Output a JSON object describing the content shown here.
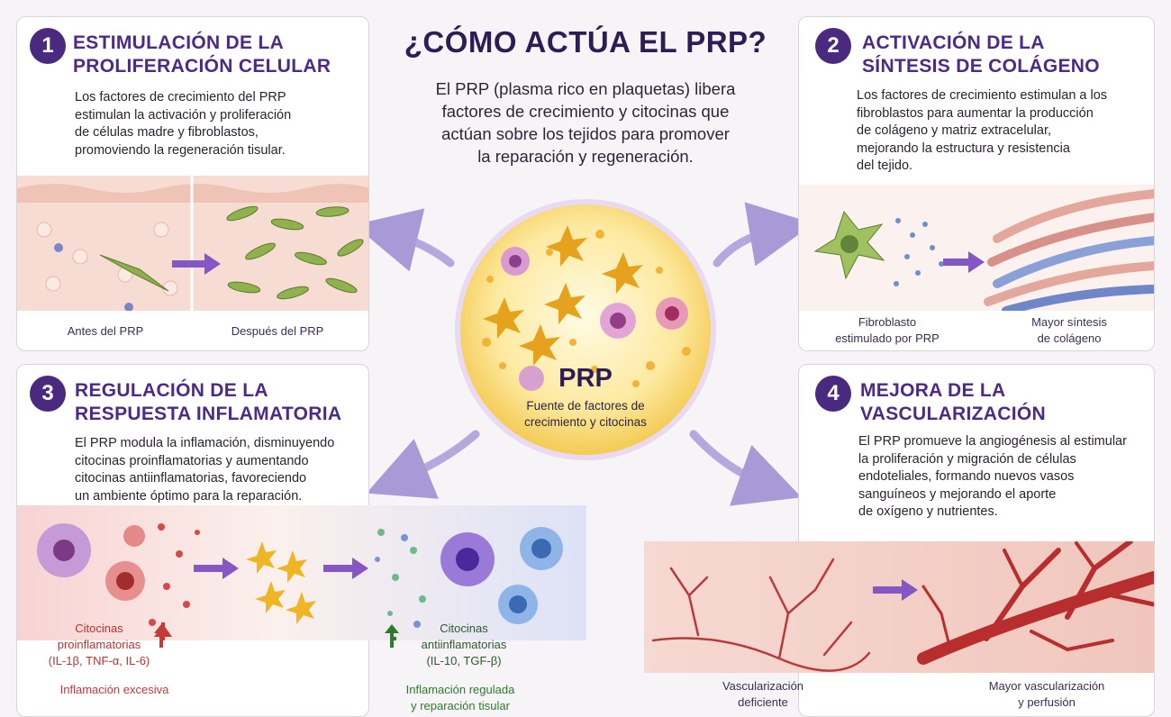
{
  "header": {
    "title": "¿CÓMO ACTÚA EL PRP?",
    "description": [
      "El PRP (plasma rico en plaquetas) libera",
      "factores de crecimiento y citocinas que",
      "actúan sobre los tejidos para promover",
      "la reparación y regeneración."
    ]
  },
  "center": {
    "title": "PRP",
    "subtitle": [
      "Fuente de factores de",
      "crecimiento y citocinas"
    ]
  },
  "panels": [
    {
      "number": "1",
      "title": [
        "ESTIMULACIÓN DE LA",
        "PROLIFERACIÓN CELULAR"
      ],
      "text": [
        "Los factores de crecimiento del PRP",
        "estimulan la activación y proliferación",
        "de células madre y fibroblastos,",
        "promoviendo la regeneración tisular."
      ],
      "captions": [
        "Antes del PRP",
        "Después del PRP"
      ]
    },
    {
      "number": "2",
      "title": [
        "ACTIVACIÓN DE LA",
        "SÍNTESIS DE COLÁGENO"
      ],
      "text": [
        "Los factores de crecimiento estimulan a los",
        "fibroblastos para aumentar la producción",
        "de colágeno y matriz extracelular,",
        "mejorando la estructura y resistencia",
        "del tejido."
      ],
      "captions": [
        [
          "Fibroblasto",
          "estimulado por PRP"
        ],
        [
          "Mayor síntesis",
          "de colágeno"
        ]
      ]
    },
    {
      "number": "3",
      "title": [
        "REGULACIÓN DE LA",
        "RESPUESTA INFLAMATORIA"
      ],
      "text": [
        "El PRP modula la inflamación, disminuyendo",
        "citocinas proinflamatorias y aumentando",
        "citocinas antiinflamatorias, favoreciendo",
        "un ambiente óptimo para la reparación."
      ],
      "captions": {
        "pro": [
          "Citocinas",
          "proinflamatorias",
          "(IL-1β, TNF-α, IL-6)"
        ],
        "anti": [
          "Citocinas",
          "antiinflamatorias",
          "(IL-10, TGF-β)"
        ],
        "left_result": "Inflamación excesiva",
        "right_result": [
          "Inflamación regulada",
          "y reparación tisular"
        ]
      }
    },
    {
      "number": "4",
      "title": [
        "MEJORA DE LA",
        "VASCULARIZACIÓN"
      ],
      "text": [
        "El PRP promueve la angiogénesis al estimular",
        "la proliferación y migración de células",
        "endoteliales, formando nuevos vasos",
        "sanguíneos y mejorando el aporte",
        "de oxígeno y nutrientes."
      ],
      "captions": [
        [
          "Vascularización",
          "deficiente"
        ],
        [
          "Mayor vascularización",
          "y perfusión"
        ]
      ]
    }
  ],
  "colors": {
    "accent": "#4a2a7e",
    "title": "#4b2b86",
    "arrow": "#8b6fc4",
    "inflammation": "#c43a3a",
    "regulated": "#2f7a2f"
  }
}
